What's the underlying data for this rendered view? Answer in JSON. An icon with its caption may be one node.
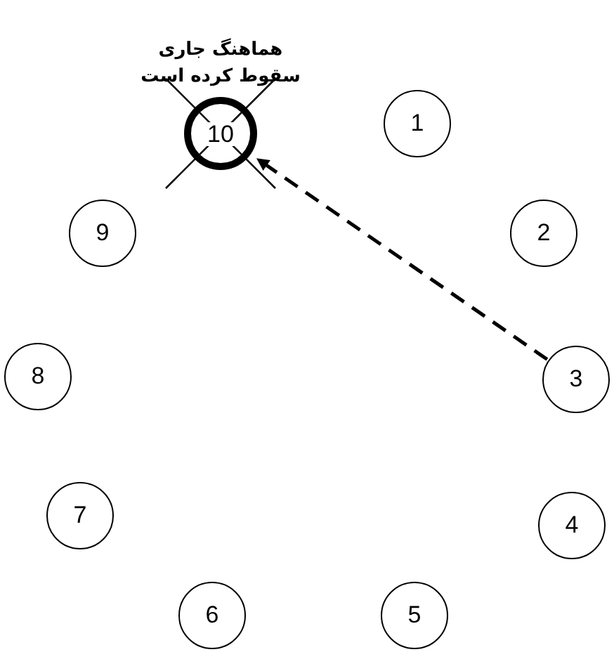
{
  "diagram": {
    "nodes": [
      {
        "text": [
          "1"
        ]
      },
      {
        "text": [
          "2"
        ]
      },
      {
        "text": [
          "3"
        ]
      },
      {
        "text": [
          "4"
        ]
      },
      {
        "text": [
          "5"
        ]
      },
      {
        "text": [
          "6"
        ]
      },
      {
        "text": [
          "7"
        ]
      },
      {
        "text": [
          "8"
        ]
      },
      {
        "text": [
          "9"
        ]
      },
      {
        "text": [
          "هماهنگ جاری سقوط کرده است",
          "10"
        ]
      }
    ],
    "edges": [
      {
        "from": 2,
        "to": 9,
        "arrow": "to",
        "style": "dashed"
      }
    ]
  }
}
